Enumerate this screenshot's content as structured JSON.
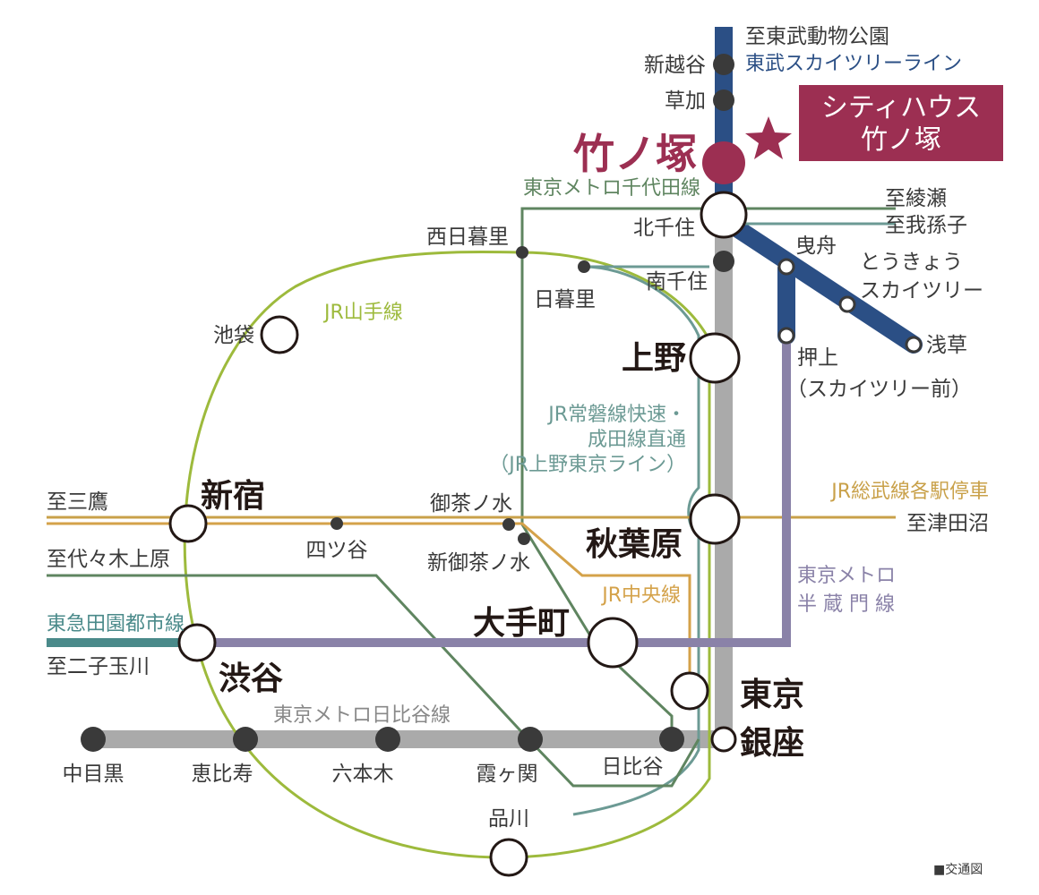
{
  "callout": {
    "line1": "シティハウス",
    "line2": "竹ノ塚",
    "color": "#9c2f52"
  },
  "stations": {
    "takenotsuka": "竹ノ塚",
    "shinkoshigaya": "新越谷",
    "soka": "草加",
    "kitasenju": "北千住",
    "minamisenju": "南千住",
    "ueno": "上野",
    "akihabara": "秋葉原",
    "tokyo": "東京",
    "ginza": "銀座",
    "otemachi": "大手町",
    "hibiya": "日比谷",
    "kasumigaseki": "霞ヶ関",
    "roppongi": "六本木",
    "ebisu": "恵比寿",
    "nakameguro": "中目黒",
    "shibuya": "渋谷",
    "shinjuku": "新宿",
    "ikebukuro": "池袋",
    "nishinippori": "西日暮里",
    "nippori": "日暮里",
    "ochanomizu": "御茶ノ水",
    "shinochanomizu": "新御茶ノ水",
    "yotsuya": "四ツ谷",
    "shinagawa": "品川",
    "hikifune": "曳舟",
    "tokyo_skytree_1": "とうきょう",
    "tokyo_skytree_2": "スカイツリー",
    "asakusa": "浅草",
    "oshiage_1": "押上",
    "oshiage_2": "（スカイツリー前）"
  },
  "lines": {
    "tobu_dest": "至東武動物公園",
    "tobu_name": "東武スカイツリーライン",
    "chiyoda_name": "東京メトロ千代田線",
    "ayase": "至綾瀬",
    "abiko": "至我孫子",
    "yamanote": "JR山手線",
    "joban_1": "JR常磐線快速・",
    "joban_2": "成田線直通",
    "joban_3": "（JR上野東京ライン）",
    "sobu_name": "JR総武線各駅停車",
    "tsudanuma": "至津田沼",
    "mitaka": "至三鷹",
    "yoyogiuehara": "至代々木上原",
    "hanzomon_1": "東京メトロ",
    "hanzomon_2": "半 蔵 門 線",
    "chuo_name": "JR中央線",
    "toyoko_name": "東急田園都市線",
    "futakotamagawa": "至二子玉川",
    "hibiya_name": "東京メトロ日比谷線"
  },
  "legend": "■交通図",
  "colors": {
    "tobu": "#2b4f85",
    "chiyoda": "#5f8560",
    "yamanote": "#9dba3c",
    "joban": "#6c9a94",
    "sobu": "#c9a14a",
    "hanzomon": "#8a82a8",
    "denentoshi": "#4a8a8a",
    "hibiya_line": "#aaaaaa",
    "accent": "#9c2f52"
  }
}
